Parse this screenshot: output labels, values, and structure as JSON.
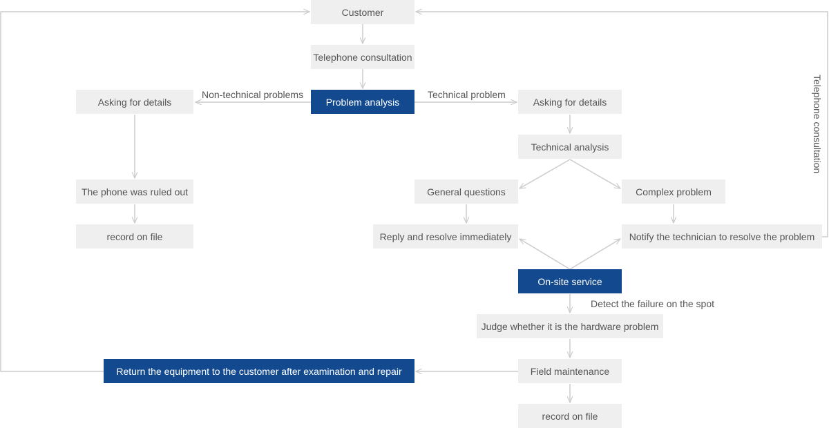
{
  "colors": {
    "node_fill": "#efefef",
    "node_text": "#555555",
    "accent_fill": "#134a8f",
    "accent_text": "#ffffff",
    "connector": "#cccccc"
  },
  "nodes": {
    "customer": "Customer",
    "telephone_consultation": "Telephone consultation",
    "problem_analysis": "Problem analysis",
    "asking_details_left": "Asking for details",
    "asking_details_right": "Asking for details",
    "technical_analysis": "Technical analysis",
    "phone_ruled_out": "The phone was ruled out",
    "general_questions": "General questions",
    "complex_problem": "Complex problem",
    "record_left": "record on file",
    "reply_resolve": "Reply and resolve immediately",
    "notify_technician": "Notify the technician to resolve the problem",
    "onsite_service": "On-site service",
    "judge_hardware": "Judge whether it is the hardware problem",
    "field_maintenance": "Field maintenance",
    "record_bottom": "record on file",
    "return_equipment": "Return the equipment to the customer after examination and repair"
  },
  "edge_labels": {
    "non_technical": "Non-technical problems",
    "technical": "Technical problem",
    "detect_failure": "Detect the failure on the spot",
    "telephone_consultation_side": "Telephone consultation"
  }
}
